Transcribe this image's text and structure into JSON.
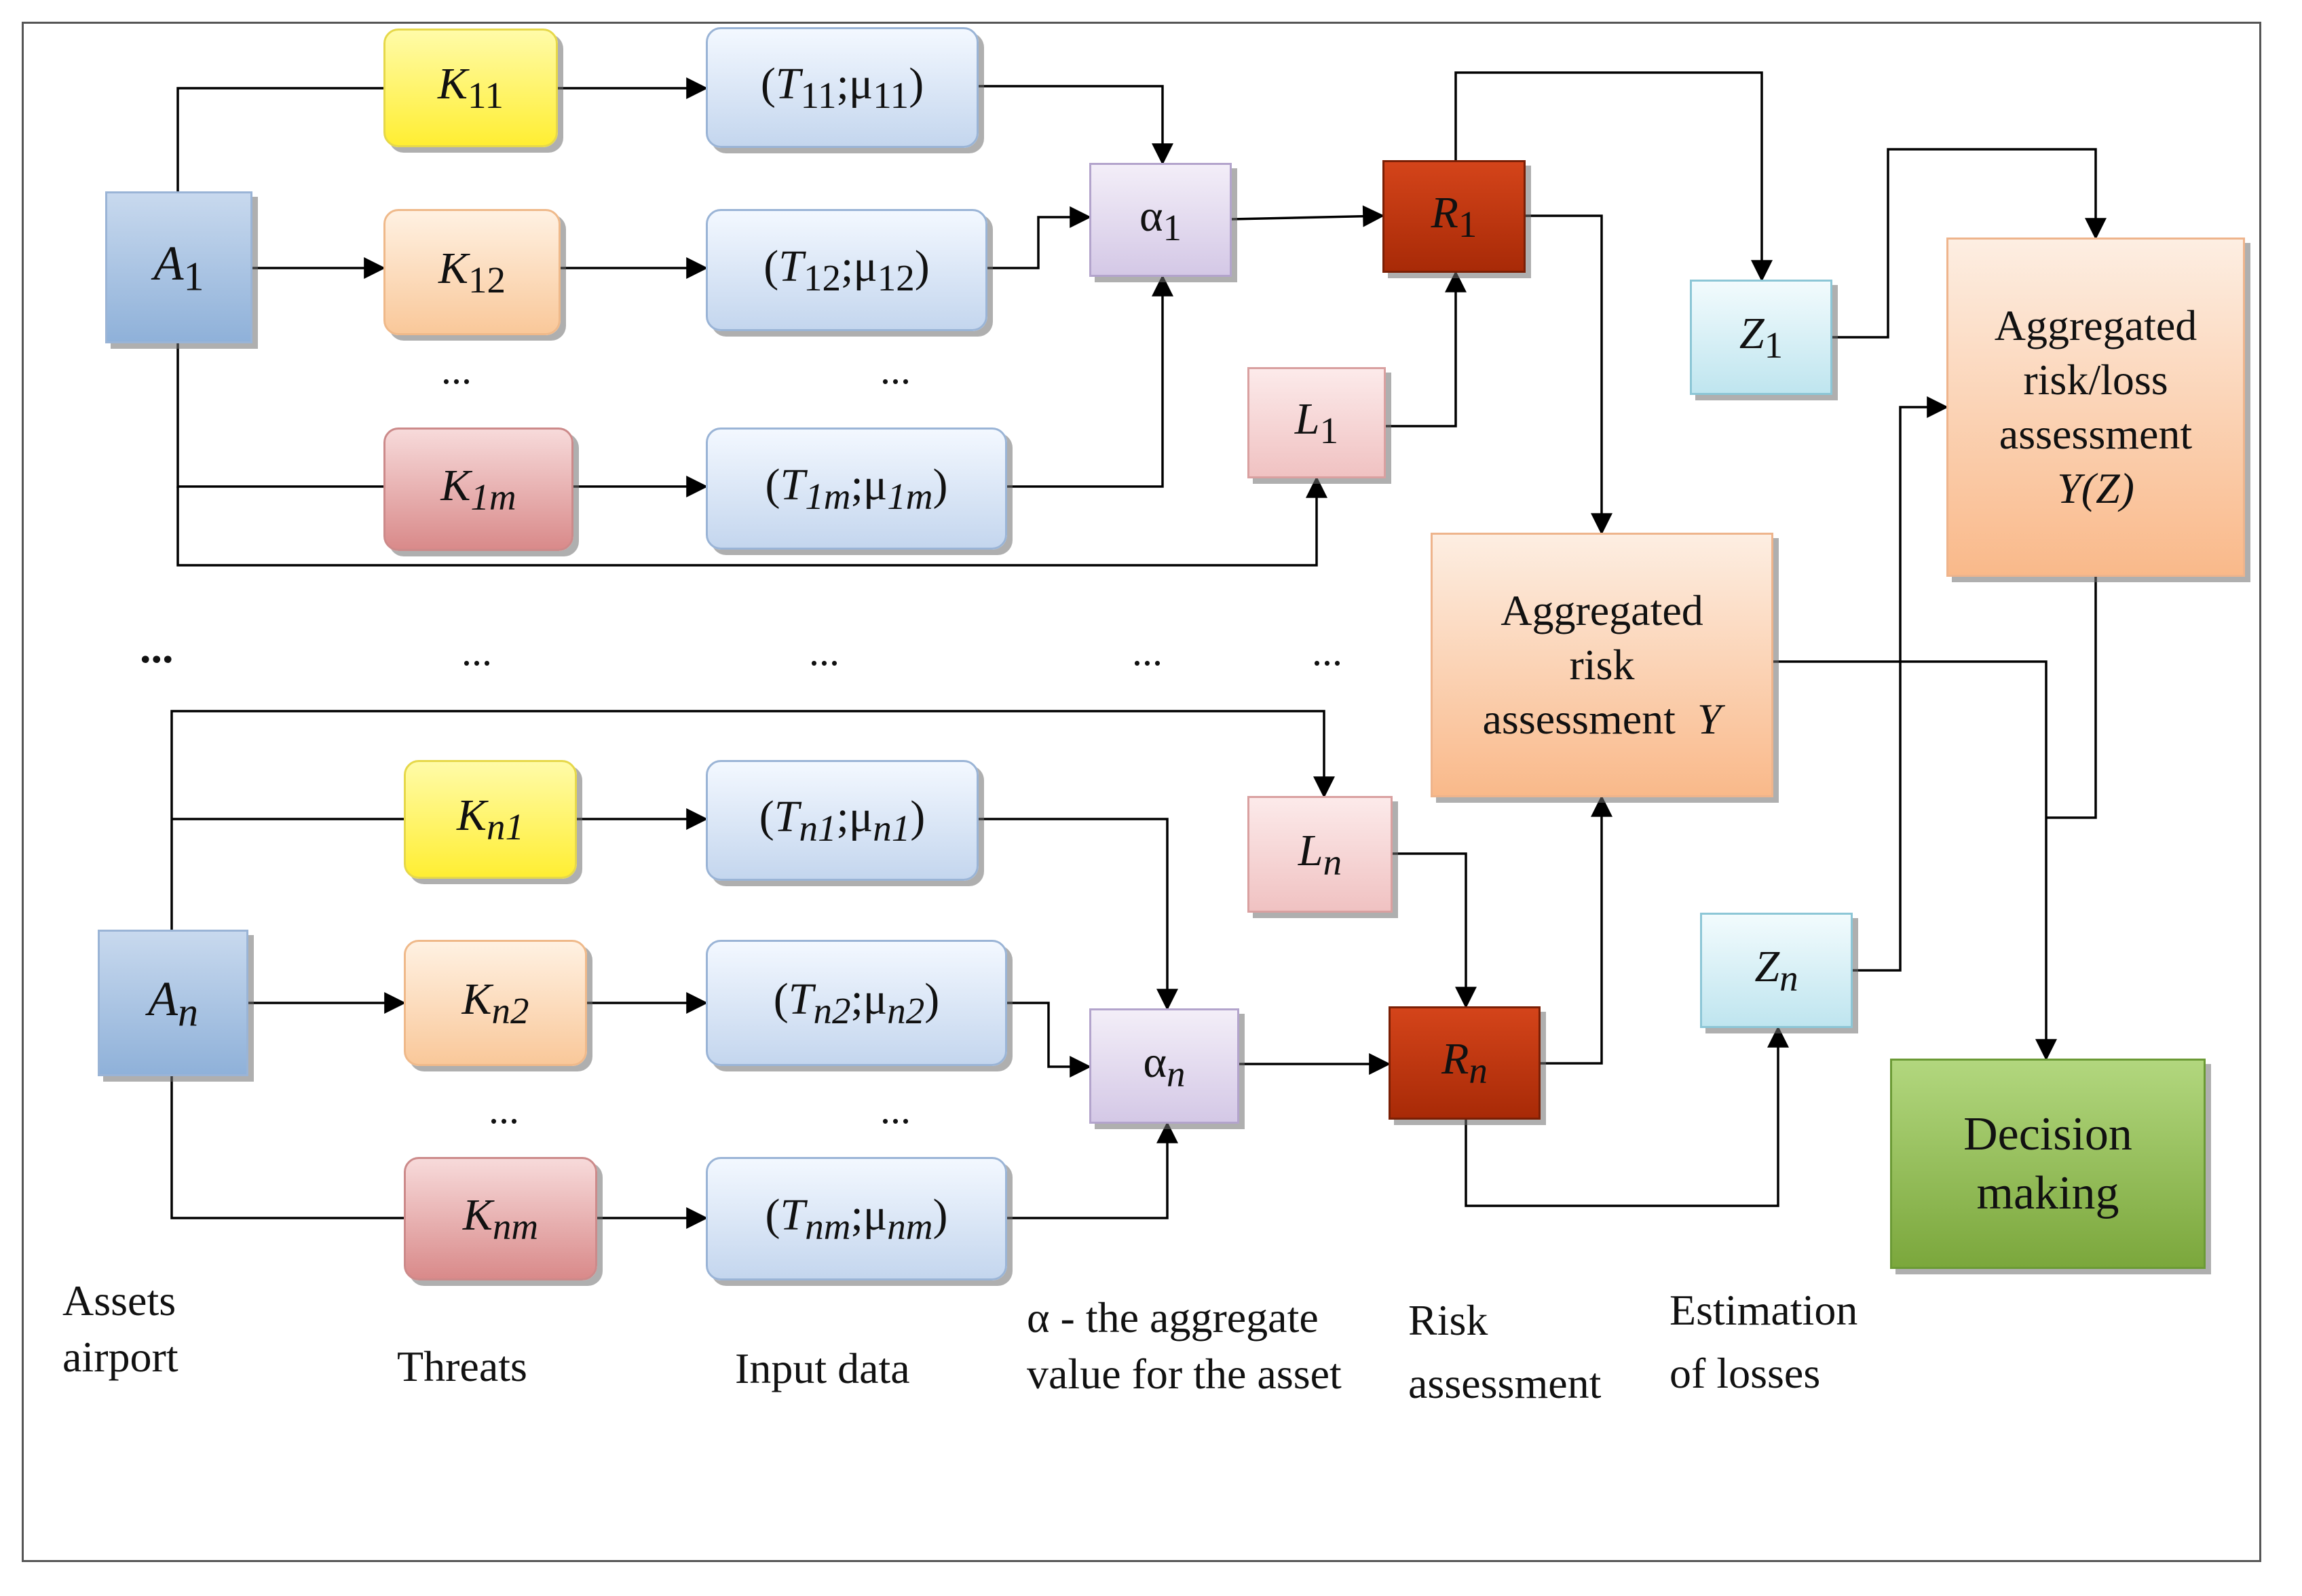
{
  "assets": {
    "a1": {
      "base": "A",
      "sub": "1"
    },
    "an": {
      "base": "A",
      "sub": "n"
    }
  },
  "threats": {
    "k11": {
      "base": "K",
      "sub": "11"
    },
    "k12": {
      "base": "K",
      "sub": "12"
    },
    "k1m": {
      "base": "K",
      "sub": "1m"
    },
    "kn1": {
      "base": "K",
      "sub": "n1"
    },
    "kn2": {
      "base": "K",
      "sub": "n2"
    },
    "knm": {
      "base": "K",
      "sub": "nm"
    }
  },
  "inputs": {
    "t11": {
      "open": "(",
      "t": "T",
      "tsub": "11",
      "sep": ";",
      "mu": "μ",
      "musub": "11",
      "close": ")"
    },
    "t12": {
      "open": "(",
      "t": "T",
      "tsub": "12",
      "sep": ";",
      "mu": "μ",
      "musub": "12",
      "close": ")"
    },
    "t1m": {
      "open": "(",
      "t": "T",
      "tsub": "1m",
      "sep": ";",
      "mu": "μ",
      "musub": "1m",
      "close": ")"
    },
    "tn1": {
      "open": "(",
      "t": "T",
      "tsub": "n1",
      "sep": ";",
      "mu": "μ",
      "musub": "n1",
      "close": ")"
    },
    "tn2": {
      "open": "(",
      "t": "T",
      "tsub": "n2",
      "sep": ";",
      "mu": "μ",
      "musub": "n2",
      "close": ")"
    },
    "tnm": {
      "open": "(",
      "t": "T",
      "tsub": "nm",
      "sep": ";",
      "mu": "μ",
      "musub": "nm",
      "close": ")"
    }
  },
  "alpha": {
    "a1": {
      "base": "α",
      "sub": "1"
    },
    "an": {
      "base": "α",
      "sub": "n"
    }
  },
  "risk": {
    "r1": {
      "base": "R",
      "sub": "1"
    },
    "rn": {
      "base": "R",
      "sub": "n"
    }
  },
  "loss": {
    "l1": {
      "base": "L",
      "sub": "1"
    },
    "ln": {
      "base": "L",
      "sub": "n"
    }
  },
  "estimation": {
    "z1": {
      "base": "Z",
      "sub": "1"
    },
    "zn": {
      "base": "Z",
      "sub": "n"
    }
  },
  "aggregated_risk": {
    "line1": "Aggregated",
    "line2": "risk",
    "line3": "assessment",
    "var": "Y"
  },
  "aggregated_loss": {
    "line1": "Aggregated",
    "line2": "risk/loss",
    "line3": "assessment",
    "var": "Y(Z)"
  },
  "decision": {
    "line1": "Decision",
    "line2": "making"
  },
  "ellipsis": "...",
  "labels": {
    "assets": {
      "line1": "Assets",
      "line2": "airport"
    },
    "threats": "Threats",
    "input": "Input data",
    "alpha": {
      "line1": "α - the aggregate",
      "line2": "value for the asset"
    },
    "risk": {
      "line1": "Risk",
      "line2": "assessment"
    },
    "losses": {
      "line1": "Estimation",
      "line2": "of losses"
    }
  }
}
